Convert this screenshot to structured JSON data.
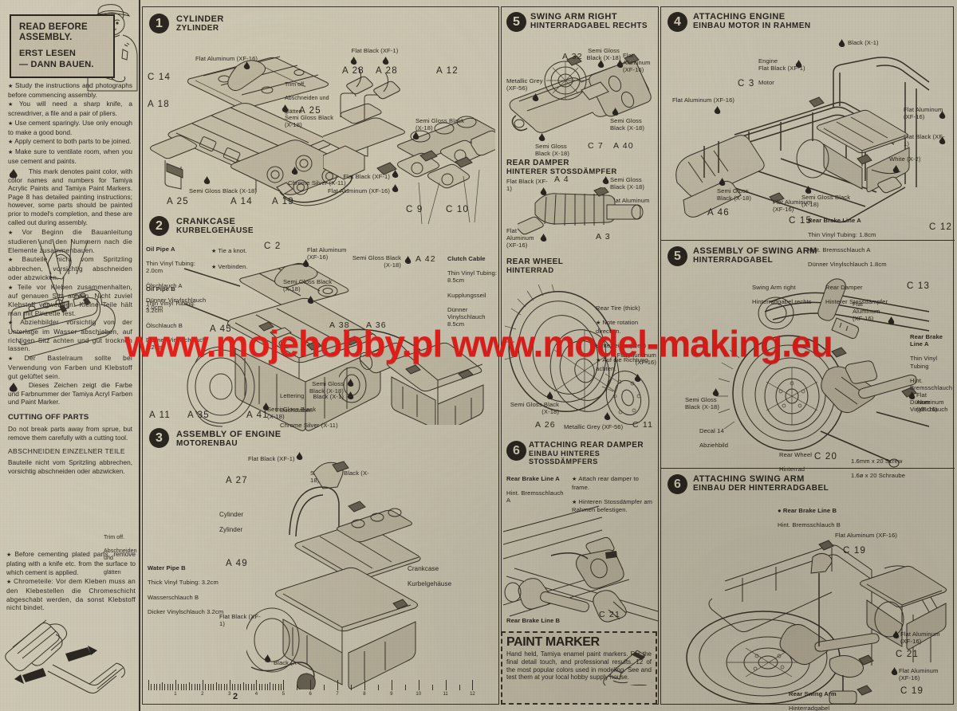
{
  "page": {
    "number": "2",
    "watermark": "www.mojehobby.pl www.model-making.eu",
    "accent_color": "#e8201c",
    "paper_color": "#cfc9b6",
    "ink_color": "#3a352b"
  },
  "read_before": {
    "title_en": "READ BEFORE ASSEMBLY.",
    "title_de_1": "ERST LESEN",
    "title_de_2": "— DANN BAUEN.",
    "english_notes": [
      "Study the instructions and photographs before commencing assembly.",
      "You will need a sharp knife, a screwdriver, a file and a pair of pliers.",
      "Use cement sparingly. Use only enough to make a good bond.",
      "Apply cement to both parts to be joined.",
      "Make sure to ventilate room, when you use cement and paints."
    ],
    "paint_mark_note_en": "This mark denotes paint color, with color names and numbers for Tamiya Acrylic Paints and Tamiya Paint Markers. Page 8 has detailed painting instructions; however, some parts should be painted prior to model's completion, and these are called out during assembly.",
    "german_notes": [
      "Vor Beginn die Bauanleitung studieren und den Nummern nach die Elemente zusammenbauen.",
      "Bauteile nicht vom Spritzling abbrechen, vorsichtig abschneiden oder abzwicken.",
      "Teile vor Kleben zusammenhalten, auf genauen Sitz achten. Nicht zuviel Klebstoff verwenden. Kleine Teile hält man mit Pinzette fest.",
      "Abziehbilder vorsichtig von der Unterlage im Wasser abschieben, auf richtigen Sitz achten und gut trocknen lassen.",
      "Der Bastelraum sollte bei Verwendung von Farben und Klebstoff gut gelüftet sein."
    ],
    "paint_mark_note_de": "Dieses Zeichen zeigt die Farbe und Farbnummer der Tamiya Acryl Farben und Paint Marker."
  },
  "cutting": {
    "title_en": "CUTTING OFF PARTS",
    "text_en": "Do not break parts away from sprue, but remove them carefully with a cutting tool.",
    "title_de": "ABSCHNEIDEN EINZELNER TEILE",
    "text_de": "Bauteile nicht vom Spritzling abbrechen, vorsichtig abschneiden oder abzwicken."
  },
  "trim_note": {
    "en": "Trim off.",
    "de_1": "Abschneiden und",
    "de_2": "glätten"
  },
  "plated": {
    "text_en": "Before cementing plated parts, remove plating with a knife etc. from the surface to which cement is applied.",
    "text_de": "Chrometeile: Vor dem Kleben muss an den Klebestellen die Chromeschicht abgeschabt werden, da sonst Klebstoff nicht bindet."
  },
  "steps": [
    {
      "number": "1",
      "title_en": "CYLINDER",
      "title_de": "ZYLINDER",
      "paints": [
        "Flat Aluminum (XF-16)",
        "Semi Gloss Black (X-18)",
        "Chrome Silver (X-11)",
        "Semi Gloss Black (X-18)",
        "Flat Black (XF-1)",
        "Semi Gloss Black (X-18)",
        "Flat Black (XF-1)",
        "Flat Aluminum (XF-16)"
      ],
      "parts": [
        "C 14",
        "A 18",
        "A 25",
        "A 25",
        "A 14",
        "A 19",
        "A 28",
        "A 28",
        "A 12",
        "C 9",
        "C 10"
      ],
      "notes": [
        "Trim off.",
        "Abschneiden und",
        "glätten"
      ]
    },
    {
      "number": "2",
      "title_en": "CRANKCASE",
      "title_de": "KURBELGEHÄUSE",
      "parts": [
        "C 2",
        "A 45",
        "A 11",
        "A 35",
        "A 41",
        "A 38",
        "A 36",
        "A 42"
      ],
      "paints": [
        "Flat Aluminum (XF-16)",
        "Semi Gloss Black (X-18)",
        "Semi Gloss Black (X-18)",
        "Chrome Silver (X-11)",
        "Semi Gloss Black (X-18)",
        "Black (X-1)"
      ],
      "tubes": [
        {
          "name_en": "Oil Pipe A",
          "spec_en": "Thin Vinyl Tubing: 2.0cm",
          "name_de": "Ölschlauch A",
          "spec_de": "Dünner Vinylschlauch 2.0cm"
        },
        {
          "name_en": "Oil Pipe B",
          "spec_en": "Thin Vinyl Tubing: 3.2cm",
          "name_de": "Ölschlauch B",
          "spec_de": "Dünner Vinylschlauch 3.2cm"
        },
        {
          "name_en": "Clutch Cable",
          "spec_en": "Thin Vinyl Tubing: 8.5cm",
          "name_de": "Kupplungsseil",
          "spec_de": "Dünner Vinylschlauch 8.5cm"
        }
      ],
      "knot_note_en": "Tie a knot.",
      "knot_note_de": "Verbinden.",
      "lettering_en": "Lettering",
      "lettering_de": "Buchstaben"
    },
    {
      "number": "3",
      "title_en": "ASSEMBLY OF ENGINE",
      "title_de": "MOTORENBAU",
      "parts": [
        "A 27",
        "A 49"
      ],
      "paints": [
        "Flat Black (XF-1)",
        "Semi Gloss Black (X-18)",
        "Flat Black (XF-1)",
        "Black (X-1)"
      ],
      "callouts": [
        {
          "en": "Cylinder",
          "de": "Zylinder"
        },
        {
          "en": "Crankcase",
          "de": "Kurbelgehäuse"
        }
      ],
      "tubes": [
        {
          "name_en": "Water Pipe B",
          "spec_en": "Thick Vinyl Tubing: 3.2cm",
          "name_de": "Wasserschlauch B",
          "spec_de": "Dicker Vinylschlauch 3.2cm"
        }
      ]
    },
    {
      "number": "5",
      "title_en": "SWING ARM RIGHT",
      "title_de": "HINTERRADGABEL RECHTS",
      "parts": [
        "A 32",
        "C 7",
        "A 40",
        "A 4",
        "A 3"
      ],
      "paints": [
        "Semi Gloss Black (X-18)",
        "Flat Aluminum (XF-16)",
        "Metallic Grey (XF-56)",
        "Semi Gloss Black (X-18)",
        "Semi Gloss Black (X-18)",
        "Flat Black (XF-1)",
        "Flat Aluminum (XF-16)",
        "Flat Aluminum (XF-16)"
      ]
    },
    {
      "number": "4",
      "title_en": "ATTACHING ENGINE",
      "title_de": "EINBAU MOTOR IN RAHMEN",
      "parts": [
        "C 3",
        "A 46",
        "C 15",
        "C 12"
      ],
      "paints": [
        "Flat Aluminum (XF-16)",
        "Semi Gloss Black (X-18)",
        "Flat Aluminum (XF-16)",
        "Flat Black (XF-1)",
        "Black (X-1)",
        "Flat Aluminum (XF-16)",
        "Flat Black (XF-1)",
        "White (X-2)",
        "Semi Gloss Black (X-18)"
      ],
      "callouts": [
        {
          "en": "Engine",
          "de": "Motor"
        }
      ],
      "tubes": [
        {
          "name_en": "Rear Brake Line A",
          "spec_en": "Thin Vinyl Tubing: 1.8cm",
          "name_de": "Hint. Bremsschlauch A",
          "spec_de": "Dünner Vinylschlauch 1.8cm"
        }
      ]
    },
    {
      "number": "5b",
      "title_en": "ASSEMBLY OF SWING ARM",
      "title_de": "HINTERRADGABEL",
      "parts": [
        "C 13",
        "C 20"
      ],
      "paints": [
        "Flat Aluminum (XF-16)",
        "Semi Gloss Black (X-18)",
        "Flat Aluminum (XF-16)"
      ],
      "callouts": [
        {
          "en": "Swing Arm right",
          "de": "Hinterradgabel rechts"
        },
        {
          "en": "Rear Damper",
          "de": "Hinterer Stossdämpfer"
        },
        {
          "en": "Rear Wheel",
          "de": "Hinterrad"
        },
        {
          "en": "Decal 14",
          "de": "Abziehbild"
        }
      ],
      "tubes": [
        {
          "name_en": "Rear Brake Line A",
          "spec_en": "Thin Vinyl Tubing",
          "name_de": "Hint. Bremsschlauch",
          "spec_de": "Dünner Vinylschlauch"
        }
      ],
      "screw_en": "1.6mm x 20 Screw",
      "screw_de": "1.6ø x 20 Schraube"
    },
    {
      "number": "6",
      "title_en": "ATTACHING REAR DAMPER",
      "title_de": "EINBAU HINTERES STOSSDÄMPFERS",
      "parts": [
        "C 21"
      ],
      "notes_en": [
        "Attach rear damper to frame."
      ],
      "notes_de": [
        "Hinteren Stossdämpfer am Rahmen befestigen."
      ],
      "lines": [
        {
          "en": "Rear Brake Line A",
          "de": "Hint. Bremsschlauch A"
        },
        {
          "en": "Rear Brake Line B",
          "de": "Hint. Bremsschlauch B"
        }
      ]
    },
    {
      "number": "6b",
      "title_en": "ATTACHING SWING ARM",
      "title_de": "EINBAU DER HINTERRADGABEL",
      "parts": [
        "C 19",
        "C 21",
        "C 19"
      ],
      "paints": [
        "Flat Aluminum (XF-16)",
        "Flat Aluminum (XF-16)",
        "Flat Aluminum (XF-16)"
      ],
      "lines": [
        {
          "en": "Rear Brake Line B",
          "de": "Hint. Bremsschlauch B"
        }
      ],
      "callouts": [
        {
          "en": "Rear Swing Arm",
          "de": "Hinterradgabel"
        }
      ]
    }
  ],
  "rear_wheel": {
    "title_en": "REAR WHEEL",
    "title_de": "HINTERRAD",
    "tire_note_en_1": "Rear Tire (thick)",
    "tire_note_en_2": "Note rotation direction.",
    "tire_note_de_1": "Hinterreifen (breit)",
    "tire_note_de_2": "Auf die Richtung achten.",
    "parts": [
      "A 26",
      "C 11"
    ],
    "paints": [
      "Semi Gloss Black (X-18)",
      "Metallic Grey (XF-56)",
      "Flat Aluminum (XF-16)"
    ]
  },
  "rear_damper": {
    "title_en": "REAR DAMPER",
    "title_de": "HINTERER STOSSDÄMPFER"
  },
  "paint_marker": {
    "title": "PAINT MARKER",
    "text": "Hand held, Tamiya enamel paint markers. For the final detail touch, and professional results. 12 of the most popular colors used in modeling. See and test them at your local hobby supply house."
  },
  "ruler": {
    "labels": [
      "1",
      "2",
      "3",
      "4",
      "5",
      "6",
      "7",
      "8",
      "9",
      "10",
      "11",
      "12"
    ]
  }
}
